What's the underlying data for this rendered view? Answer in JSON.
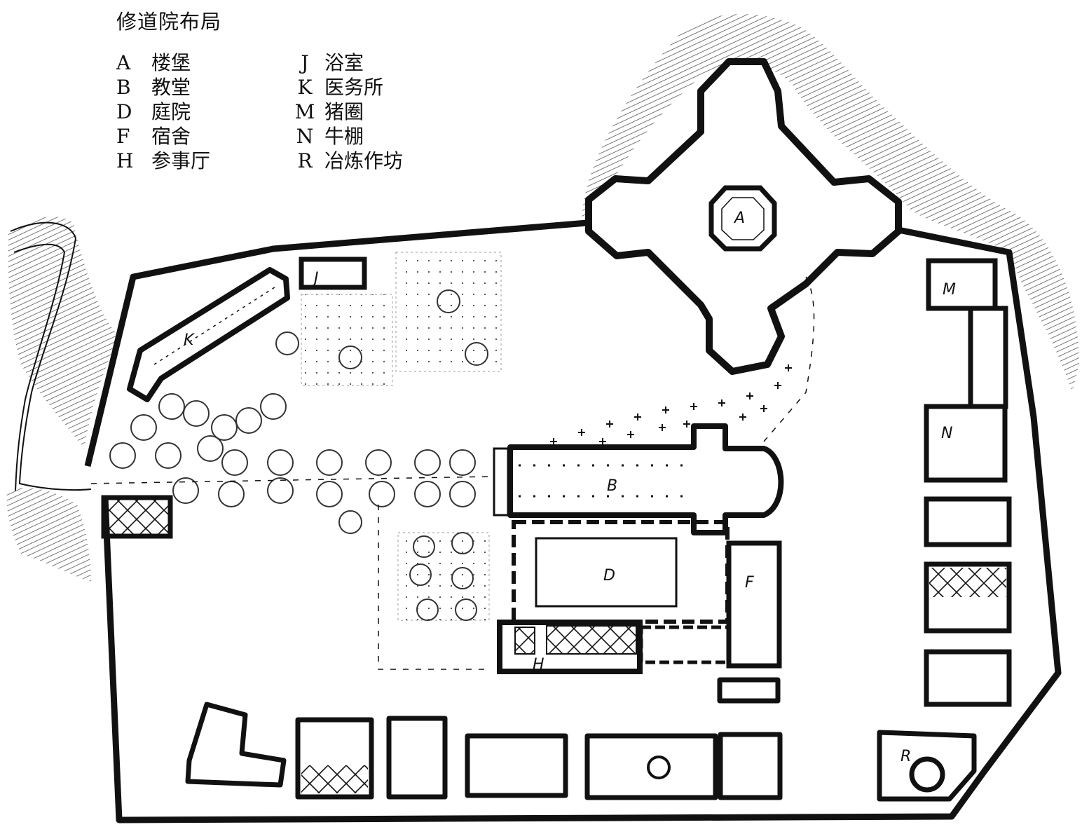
{
  "title": "修道院布局",
  "legend": [
    {
      "key": "A",
      "label": "楼堡"
    },
    {
      "key": "B",
      "label": "教堂"
    },
    {
      "key": "D",
      "label": "庭院"
    },
    {
      "key": "F",
      "label": "宿舍"
    },
    {
      "key": "H",
      "label": "参事厅"
    },
    {
      "key": "J",
      "label": "浴室"
    },
    {
      "key": "K",
      "label": "医务所"
    },
    {
      "key": "M",
      "label": "猪圈"
    },
    {
      "key": "N",
      "label": "牛棚"
    },
    {
      "key": "R",
      "label": "冶炼作坊"
    }
  ],
  "map_labels": [
    "A",
    "B",
    "D",
    "F",
    "H",
    "J",
    "K",
    "M",
    "N",
    "R"
  ],
  "colors": {
    "ink": "#111111",
    "paper": "#ffffff",
    "hatch": "#555555"
  }
}
